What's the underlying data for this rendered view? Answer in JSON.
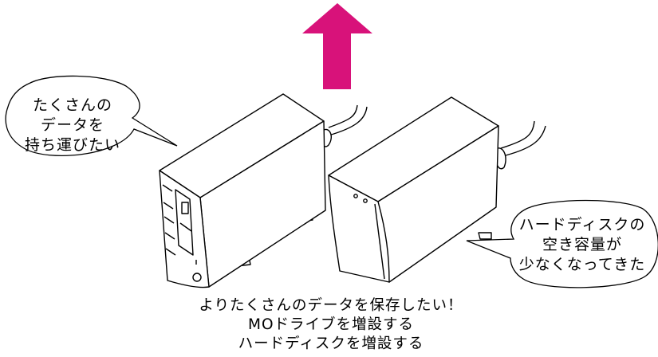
{
  "left_bubble": {
    "lines": [
      "たくさんの",
      "データを",
      "持ち運びたい"
    ]
  },
  "right_bubble": {
    "lines": [
      "ハードディスクの",
      "空き容量が",
      "少なくなってきた"
    ]
  },
  "caption": {
    "lines": [
      "よりたくさんのデータを保存したい！",
      "MOドライブを増設する",
      "ハードディスクを増設する"
    ]
  },
  "arrow": {
    "color": "#d8127a",
    "icon": "up-arrow-icon"
  },
  "devices": [
    {
      "name": "mo-drive-unit"
    },
    {
      "name": "hard-disk-unit"
    }
  ]
}
